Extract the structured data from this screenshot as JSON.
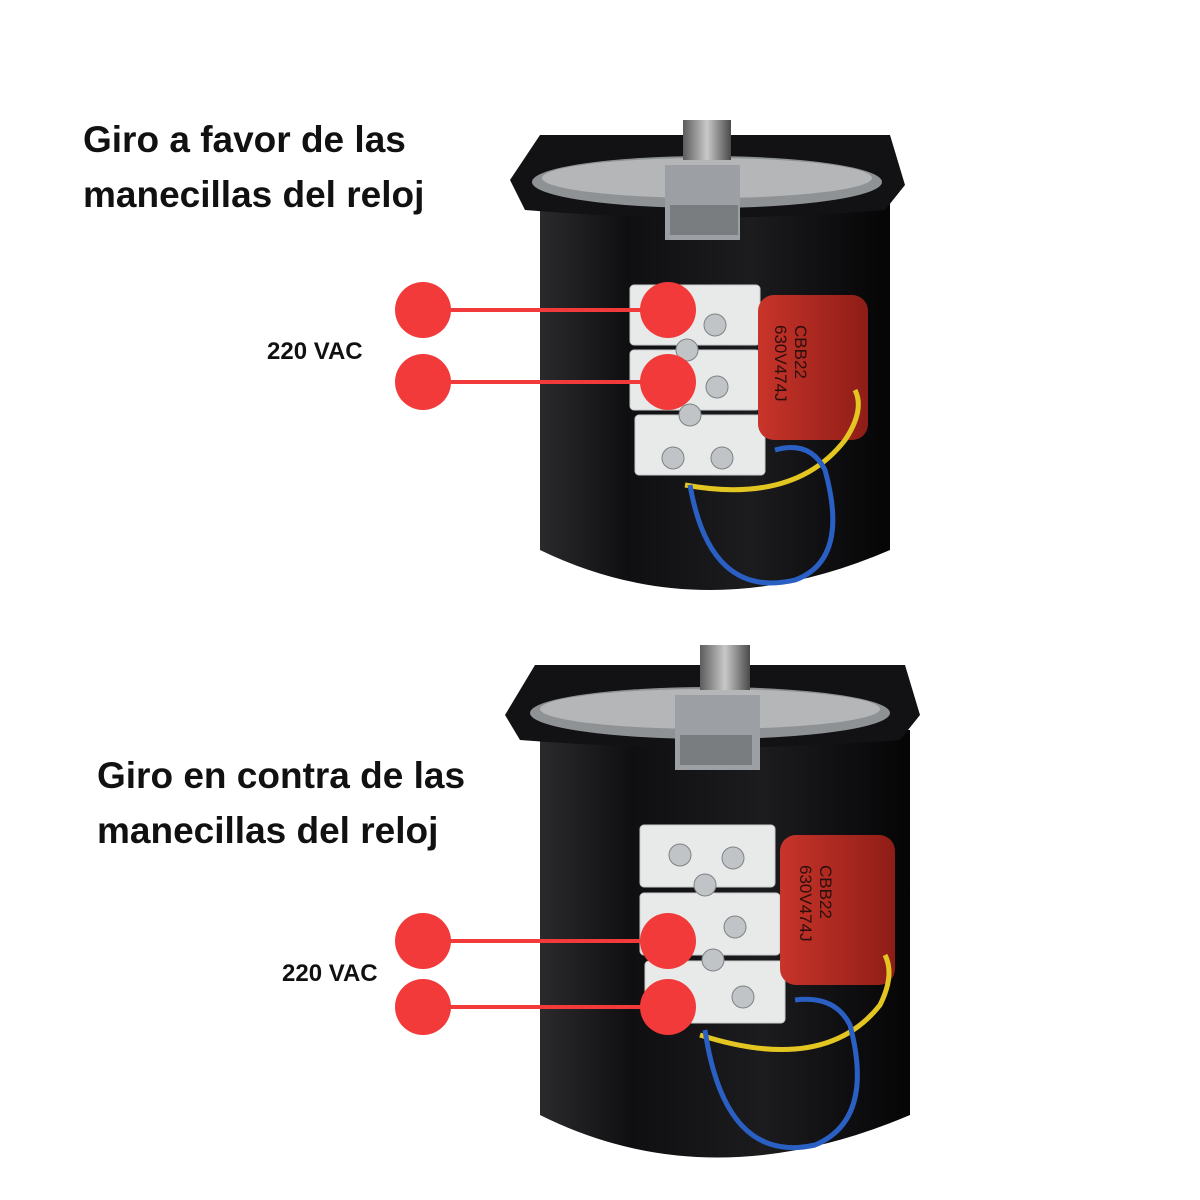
{
  "panels": [
    {
      "heading_line1": "Giro a favor de las",
      "heading_line2": "manecillas del reloj",
      "voltage_label": "220 VAC",
      "capacitor_text_line1": "CBB22",
      "capacitor_text_line2": "630V474J"
    },
    {
      "heading_line1": "Giro en contra de las",
      "heading_line2": "manecillas del reloj",
      "voltage_label": "220 VAC",
      "capacitor_text_line1": "CBB22",
      "capacitor_text_line2": "630V474J"
    }
  ],
  "colors": {
    "marker_red": "#f23a3a",
    "motor_body": "#1b1b1d",
    "terminal_block": "#eceeee",
    "capacitor_red": "#b3261e",
    "wire_blue": "#2a5fc4",
    "wire_yellow": "#e4c623"
  }
}
